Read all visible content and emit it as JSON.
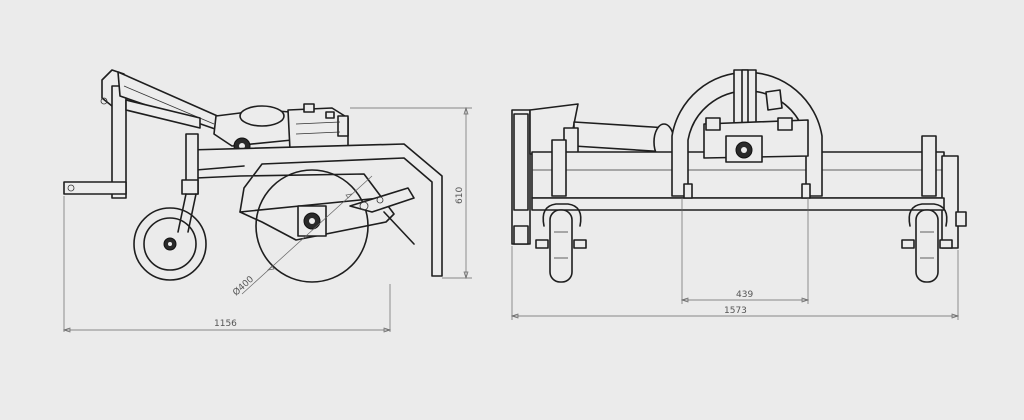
{
  "dimensions": {
    "side_length": "1156",
    "side_height": "610",
    "brush_diameter": "Ø400",
    "front_inner": "439",
    "front_total": "1573"
  },
  "colors": {
    "background": "#ebebeb",
    "line": "#1e1e1e",
    "dimension": "#666666"
  }
}
